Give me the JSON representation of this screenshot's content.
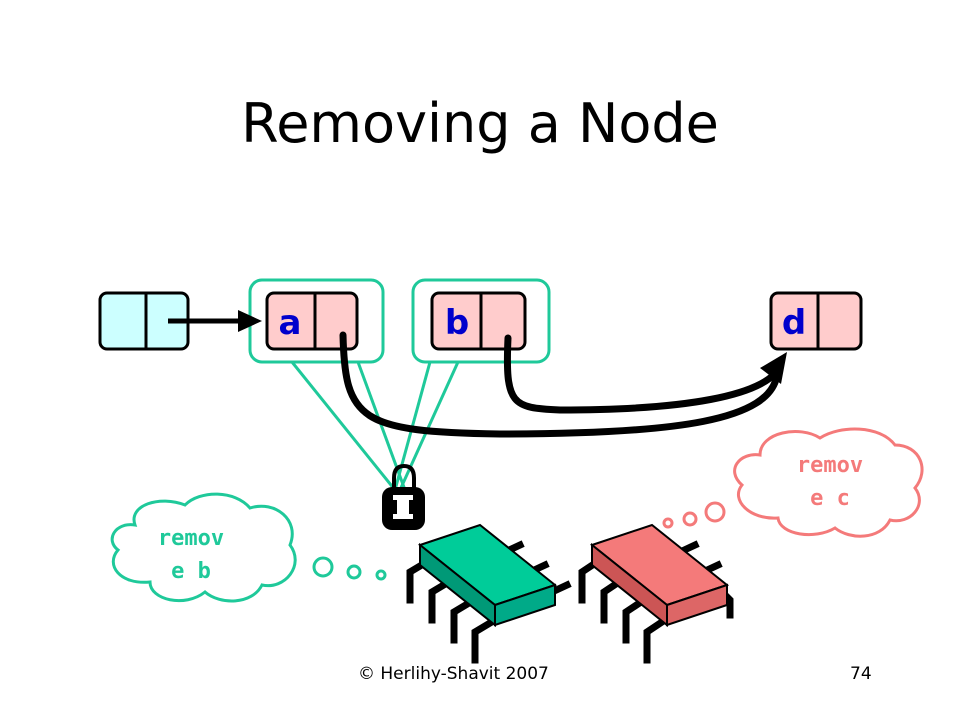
{
  "slide": {
    "title": "Removing a Node",
    "copyright": "© Herlihy-Shavit 2007",
    "page_number": "74"
  },
  "nodes": [
    {
      "id": "head",
      "label": ""
    },
    {
      "id": "a",
      "label": "a"
    },
    {
      "id": "b",
      "label": "b"
    },
    {
      "id": "d",
      "label": "d"
    }
  ],
  "thoughts": {
    "left": {
      "line1": "remov",
      "line2": "e b"
    },
    "right": {
      "line1": "remov",
      "line2": "e c"
    }
  },
  "colors": {
    "head_fill": "#ccffff",
    "node_fill": "#ffcccc",
    "lock_green": "#1fc99a",
    "thread_green": "#00cc99",
    "thread_pink": "#f47a7a",
    "thought_green": "#1fc99a",
    "thought_pink": "#f47a7a",
    "label_blue": "#0000cc"
  }
}
